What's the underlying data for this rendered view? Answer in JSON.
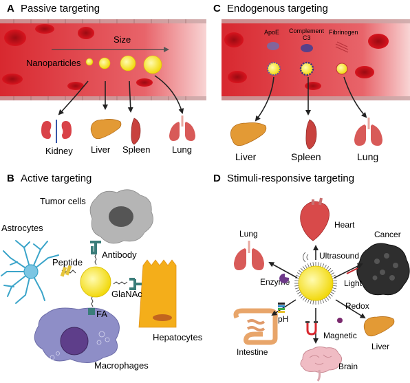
{
  "panels": {
    "a": {
      "letter": "A",
      "title": "Passive targeting",
      "size_label": "Size",
      "nanoparticles_label": "Nanoparticles",
      "organs": [
        "Kidney",
        "Liver",
        "Spleen",
        "Lung"
      ]
    },
    "b": {
      "letter": "B",
      "title": "Active targeting",
      "cells": {
        "tumor": "Tumor cells",
        "astrocytes": "Astrocytes",
        "hepatocytes": "Hepatocytes",
        "macrophages": "Macrophages"
      },
      "ligands": {
        "antibody": "Antibody",
        "peptide": "Peptide",
        "glanac": "GlaNAc",
        "fa": "FA"
      }
    },
    "c": {
      "letter": "C",
      "title": "Endogenous targeting",
      "proteins": [
        "ApoE",
        "Complement C3",
        "Fibrinogen"
      ],
      "protein_line1": "Complement",
      "protein_line2": "C3",
      "organs": [
        "Liver",
        "Spleen",
        "Lung"
      ]
    },
    "d": {
      "letter": "D",
      "title": "Stimuli-responsive targeting",
      "targets": {
        "heart": "Heart",
        "lung": "Lung",
        "cancer": "Cancer",
        "intestine": "Intestine",
        "liver": "Liver",
        "brain": "Brain"
      },
      "stimuli": {
        "ultrasound": "Ultrasound",
        "enzyme": "Enzyme",
        "light": "Light",
        "redox": "Redox",
        "ph": "pH",
        "magnetic": "Magnetic"
      }
    }
  },
  "colors": {
    "vessel": "#d9323a",
    "nanoparticle": "#f6e21a",
    "organ_red": "#d85050",
    "liver": "#e09530",
    "arrow": "#222222",
    "ligand": "#3a7d7a"
  }
}
